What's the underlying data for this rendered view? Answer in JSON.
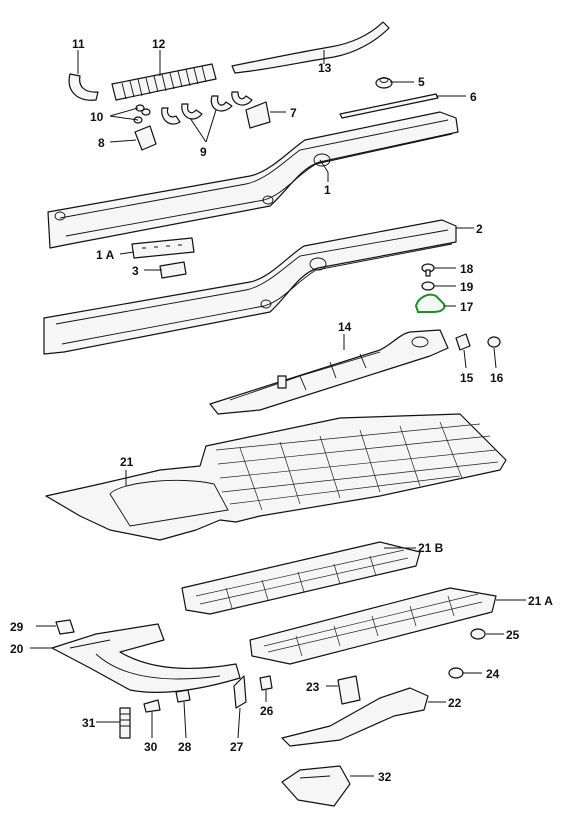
{
  "diagram": {
    "highlight_color": "#1a8f2a",
    "callouts": {
      "c1": "1",
      "c1A": "1 A",
      "c2": "2",
      "c3": "3",
      "c5": "5",
      "c6": "6",
      "c7": "7",
      "c8": "8",
      "c9": "9",
      "c10": "10",
      "c11": "11",
      "c12": "12",
      "c13": "13",
      "c14": "14",
      "c15": "15",
      "c16": "16",
      "c17": "17",
      "c18": "18",
      "c19": "19",
      "c20": "20",
      "c21": "21",
      "c21A": "21 A",
      "c21B": "21 B",
      "c22": "22",
      "c23": "23",
      "c24": "24",
      "c25": "25",
      "c26": "26",
      "c27": "27",
      "c28": "28",
      "c29": "29",
      "c30": "30",
      "c31": "31",
      "c32": "32"
    }
  }
}
